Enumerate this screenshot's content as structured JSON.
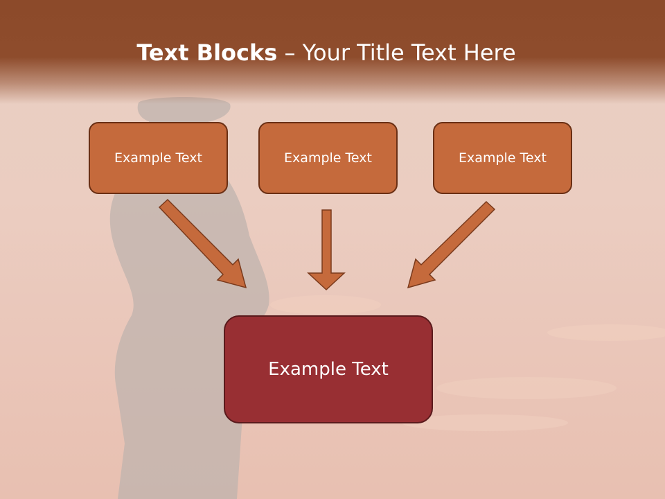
{
  "slide": {
    "title_bold": "Text Blocks",
    "title_rest": " – Your Title Text Here",
    "top_boxes": [
      {
        "text": "Example Text"
      },
      {
        "text": "Example Text"
      },
      {
        "text": "Example Text"
      }
    ],
    "bottom_box": {
      "text": "Example Text"
    }
  },
  "colors": {
    "header": "#8c4a2a",
    "top_box_fill": "#c56a3c",
    "top_box_border": "#6a2f14",
    "bottom_box_fill": "#982f33",
    "arrow_fill": "#c56a3c",
    "arrow_stroke": "#7a3a1c"
  }
}
